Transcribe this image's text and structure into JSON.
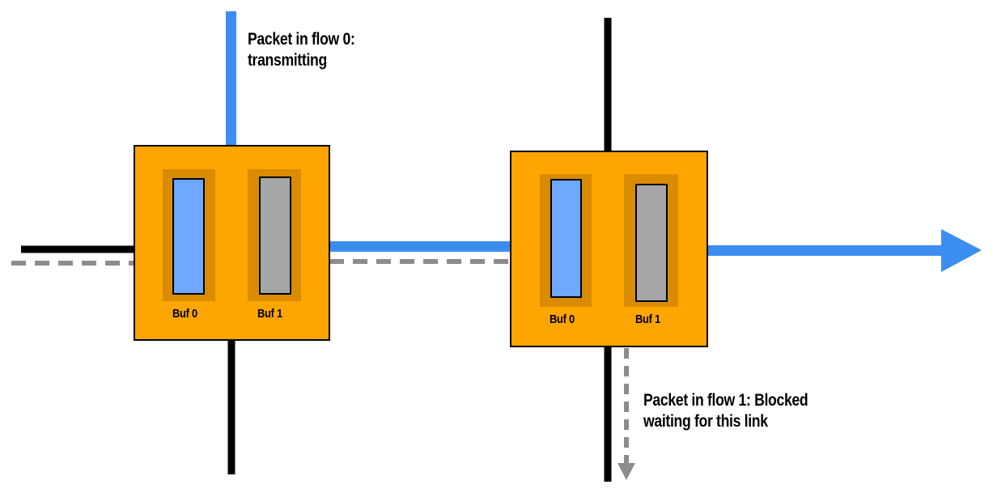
{
  "colors": {
    "router_fill": "#FFA500",
    "buffer_slot": "#D98C00",
    "flow0": "#3B8EF0",
    "flow0_packet": "#6EA8FF",
    "flow1": "#8C8C8C",
    "flow1_packet": "#A6A6A6",
    "link": "#000000"
  },
  "routers": [
    {
      "buffers": [
        "Buf 0",
        "Buf 1"
      ]
    },
    {
      "buffers": [
        "Buf 0",
        "Buf 1"
      ]
    }
  ],
  "annotations": {
    "flow0": [
      "Packet in flow 0:",
      "transmitting"
    ],
    "flow1": [
      "Packet in flow 1: Blocked",
      "waiting for this link"
    ]
  },
  "icons": [
    "arrow-head-right",
    "arrow-head-down"
  ]
}
